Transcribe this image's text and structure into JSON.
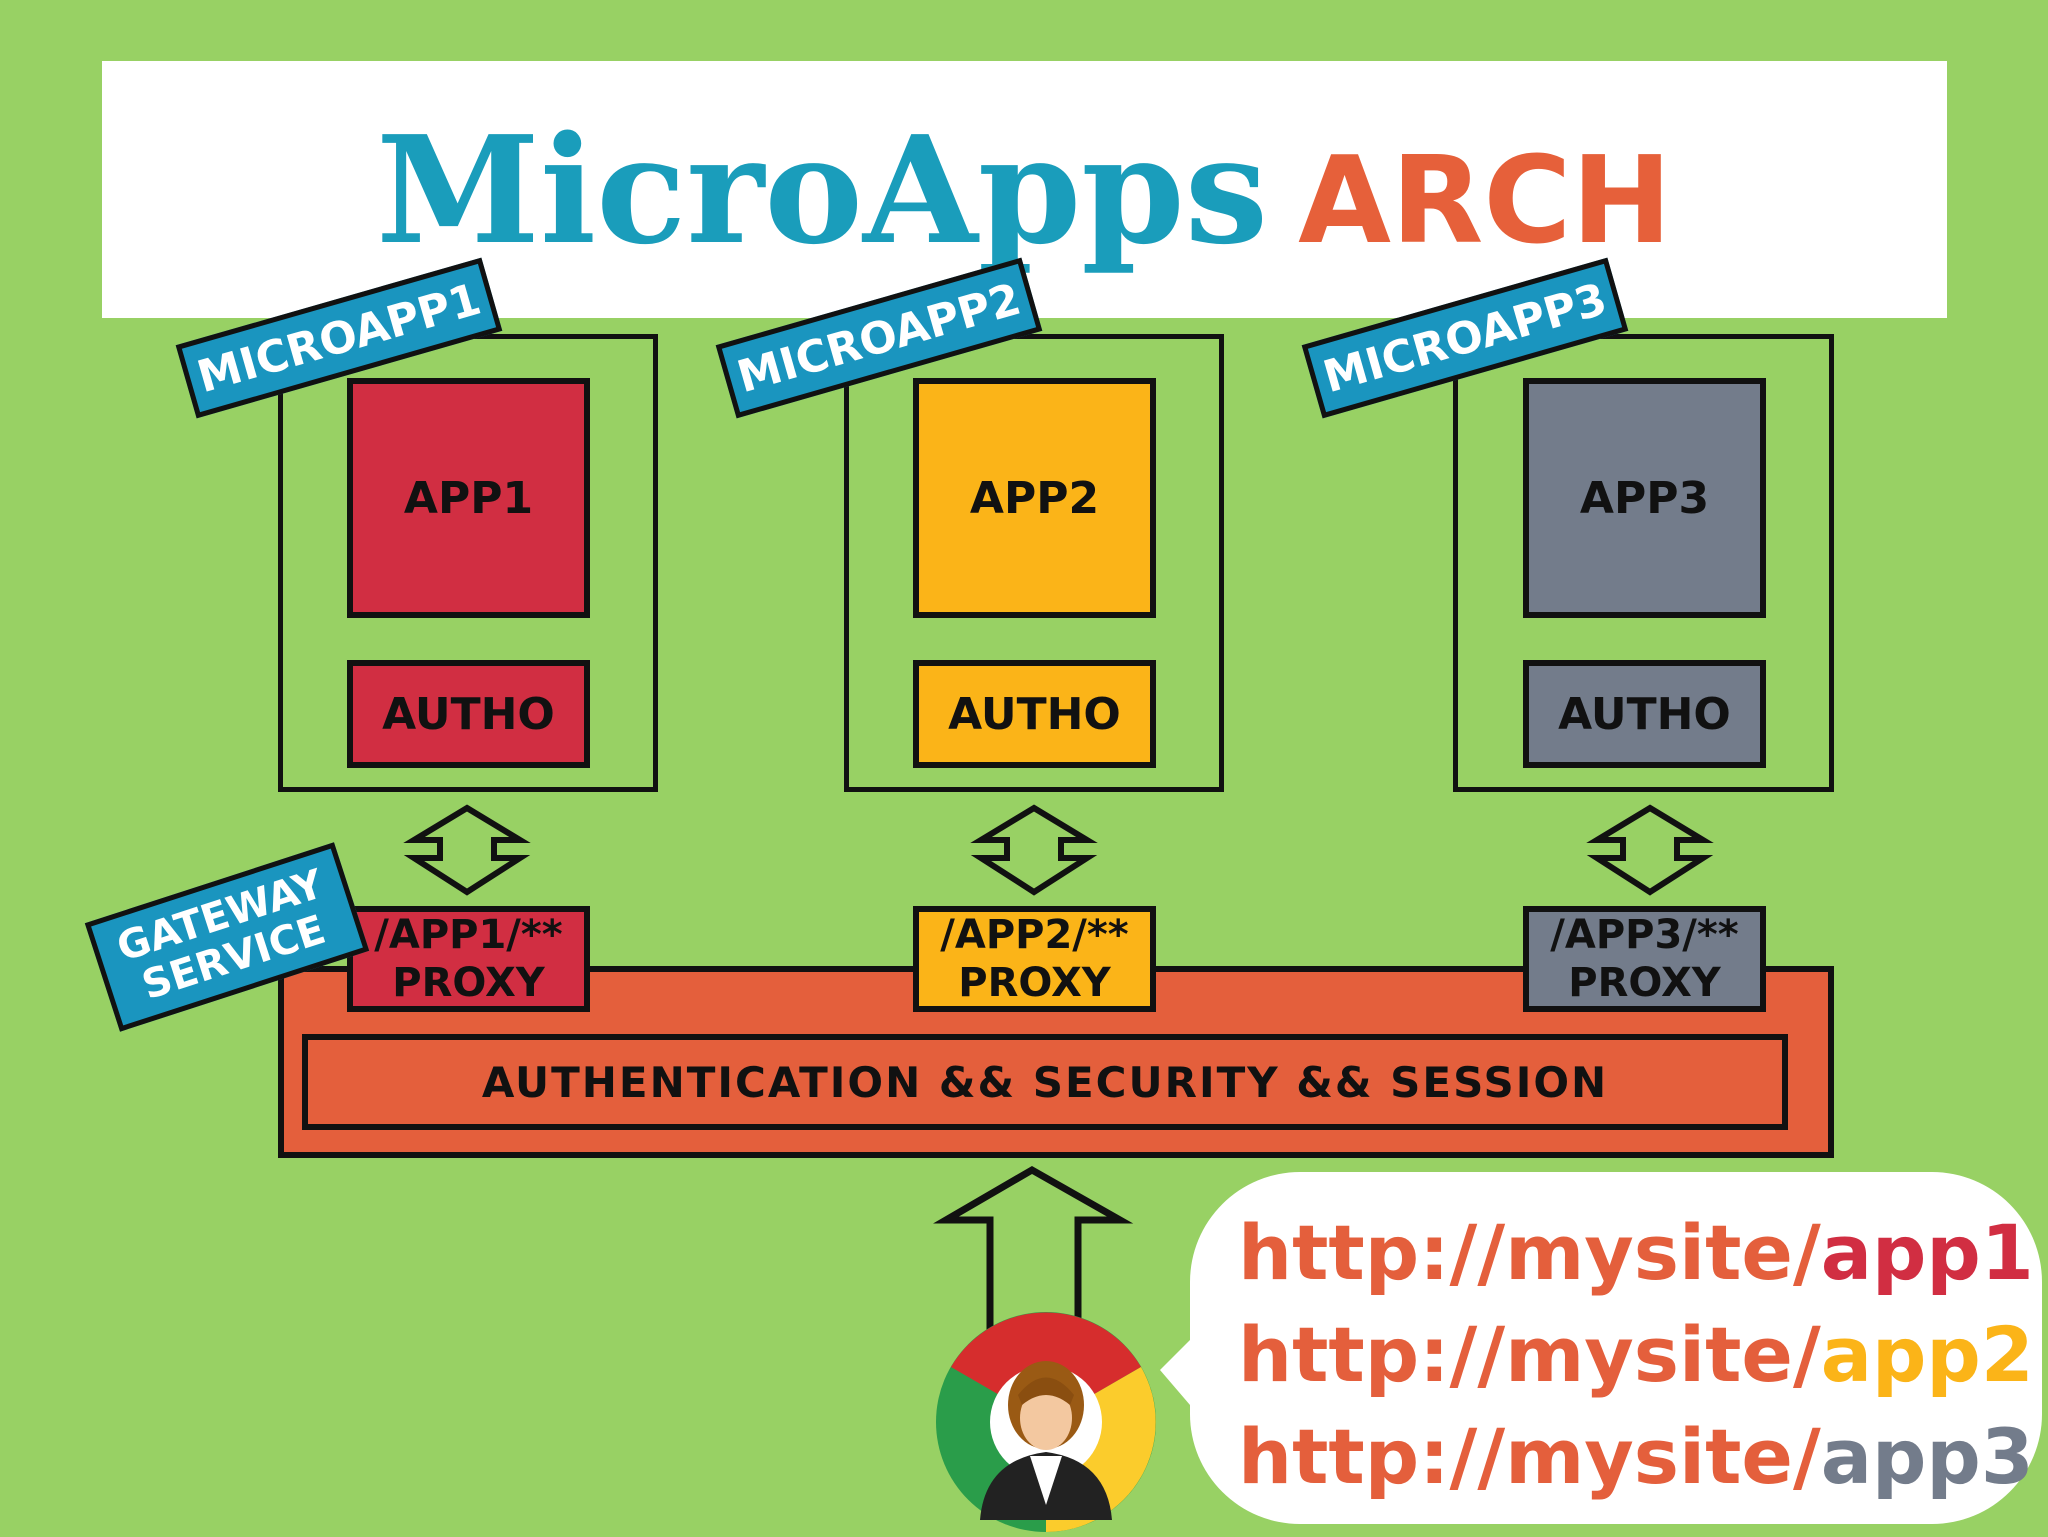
{
  "title": {
    "part1": "MicroApps",
    "part2": "ARCH"
  },
  "colors": {
    "background": "#98d164",
    "title_blue": "#1a9dbb",
    "title_orange": "#e6603a",
    "app1_red": "#d12e42",
    "app2_yellow": "#fbb418",
    "app3_gray": "#737c8b",
    "gateway_orange": "#e45f3c",
    "tag_blue": "#1a95bf"
  },
  "microapps": [
    {
      "tag": "MICROAPP1",
      "app": "APP1",
      "autho": "AUTHO",
      "proxy_path": "/APP1/**",
      "proxy": "PROXY"
    },
    {
      "tag": "MICROAPP2",
      "app": "APP2",
      "autho": "AUTHO",
      "proxy_path": "/APP2/**",
      "proxy": "PROXY"
    },
    {
      "tag": "MICROAPP3",
      "app": "APP3",
      "autho": "AUTHO",
      "proxy_path": "/APP3/**",
      "proxy": "PROXY"
    }
  ],
  "gateway": {
    "tag_line1": "GATEWAY",
    "tag_line2": "SERVICE",
    "bar_label": "AUTHENTICATION && SECURITY && SESSION"
  },
  "urls": [
    {
      "base": "http://mysite/",
      "app": "app1"
    },
    {
      "base": "http://mysite/",
      "app": "app2"
    },
    {
      "base": "http://mysite/",
      "app": "app3"
    }
  ],
  "icons": [
    "chrome-browser-icon",
    "user-avatar-icon",
    "double-arrow-icon",
    "up-arrow-icon"
  ]
}
